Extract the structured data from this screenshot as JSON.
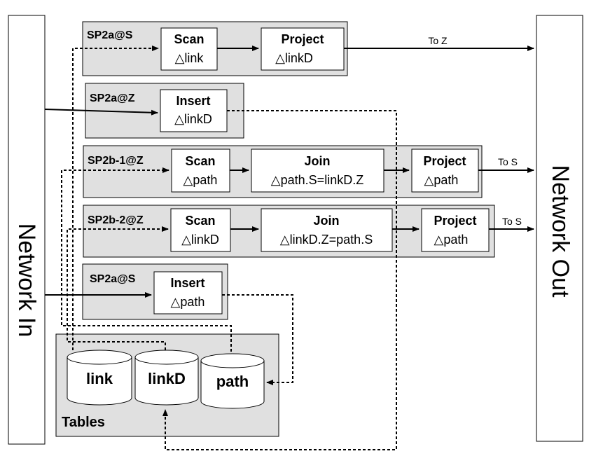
{
  "network_in": {
    "label": "Network In"
  },
  "network_out": {
    "label": "Network Out"
  },
  "delta": "△",
  "rules": {
    "sp2a_s_scan": {
      "name": "SP2a@S",
      "ops": [
        {
          "op": "Scan",
          "arg": "link"
        },
        {
          "op": "Project",
          "arg": "linkD"
        }
      ],
      "output": "To Z"
    },
    "sp2a_z": {
      "name": "SP2a@Z",
      "ops": [
        {
          "op": "Insert",
          "arg": "linkD"
        }
      ]
    },
    "sp2b1_z": {
      "name": "SP2b-1@Z",
      "ops": [
        {
          "op": "Scan",
          "arg": "path"
        },
        {
          "op": "Join",
          "arg": "path.S=linkD.Z"
        },
        {
          "op": "Project",
          "arg": "path"
        }
      ],
      "output": "To S"
    },
    "sp2b2_z": {
      "name": "SP2b-2@Z",
      "ops": [
        {
          "op": "Scan",
          "arg": "linkD"
        },
        {
          "op": "Join",
          "arg": "linkD.Z=path.S"
        },
        {
          "op": "Project",
          "arg": "path"
        }
      ],
      "output": "To S"
    },
    "sp2a_s_insert": {
      "name": "SP2a@S",
      "ops": [
        {
          "op": "Insert",
          "arg": "path"
        }
      ]
    }
  },
  "tables": {
    "label": "Tables",
    "items": [
      "link",
      "linkD",
      "path"
    ]
  },
  "colors": {
    "panel_fill": "#e0e0e0",
    "box_fill": "#ffffff",
    "stroke": "#000000"
  }
}
